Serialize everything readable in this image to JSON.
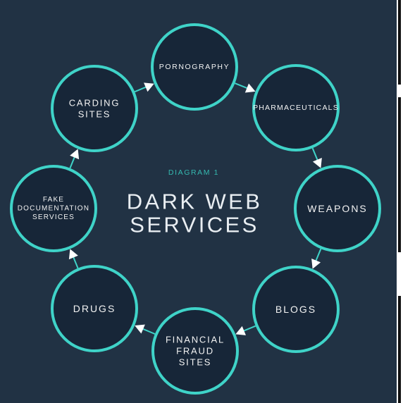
{
  "diagram": {
    "caption": "DIAGRAM 1",
    "title_lines": [
      "DARK WEB",
      "SERVICES"
    ]
  },
  "colors": {
    "background": "#213244",
    "node_fill": "#172638",
    "node_ring": "#3fd3c8",
    "arrow": "#ffffff",
    "caption": "#35b9b0"
  },
  "nodes": [
    {
      "id": "pornography",
      "lines": [
        "PORNOGRAPHY"
      ]
    },
    {
      "id": "pharmaceuticals",
      "lines": [
        "PHARMACEUTICALS"
      ]
    },
    {
      "id": "weapons",
      "lines": [
        "WEAPONS"
      ]
    },
    {
      "id": "blogs",
      "lines": [
        "BLOGS"
      ]
    },
    {
      "id": "financial-fraud-sites",
      "lines": [
        "FINANCIAL",
        "FRAUD",
        "SITES"
      ]
    },
    {
      "id": "drugs",
      "lines": [
        "DRUGS"
      ]
    },
    {
      "id": "fake-documentation-services",
      "lines": [
        "FAKE",
        "DOCUMENTATION",
        "SERVICES"
      ]
    },
    {
      "id": "carding-sites",
      "lines": [
        "CARDING",
        "SITES"
      ]
    }
  ],
  "edges": [
    {
      "from": "pornography",
      "to": "pharmaceuticals"
    },
    {
      "from": "pharmaceuticals",
      "to": "weapons"
    },
    {
      "from": "weapons",
      "to": "blogs"
    },
    {
      "from": "blogs",
      "to": "financial-fraud-sites"
    },
    {
      "from": "financial-fraud-sites",
      "to": "drugs"
    },
    {
      "from": "drugs",
      "to": "fake-documentation-services"
    },
    {
      "from": "fake-documentation-services",
      "to": "carding-sites"
    },
    {
      "from": "carding-sites",
      "to": "pornography"
    }
  ]
}
